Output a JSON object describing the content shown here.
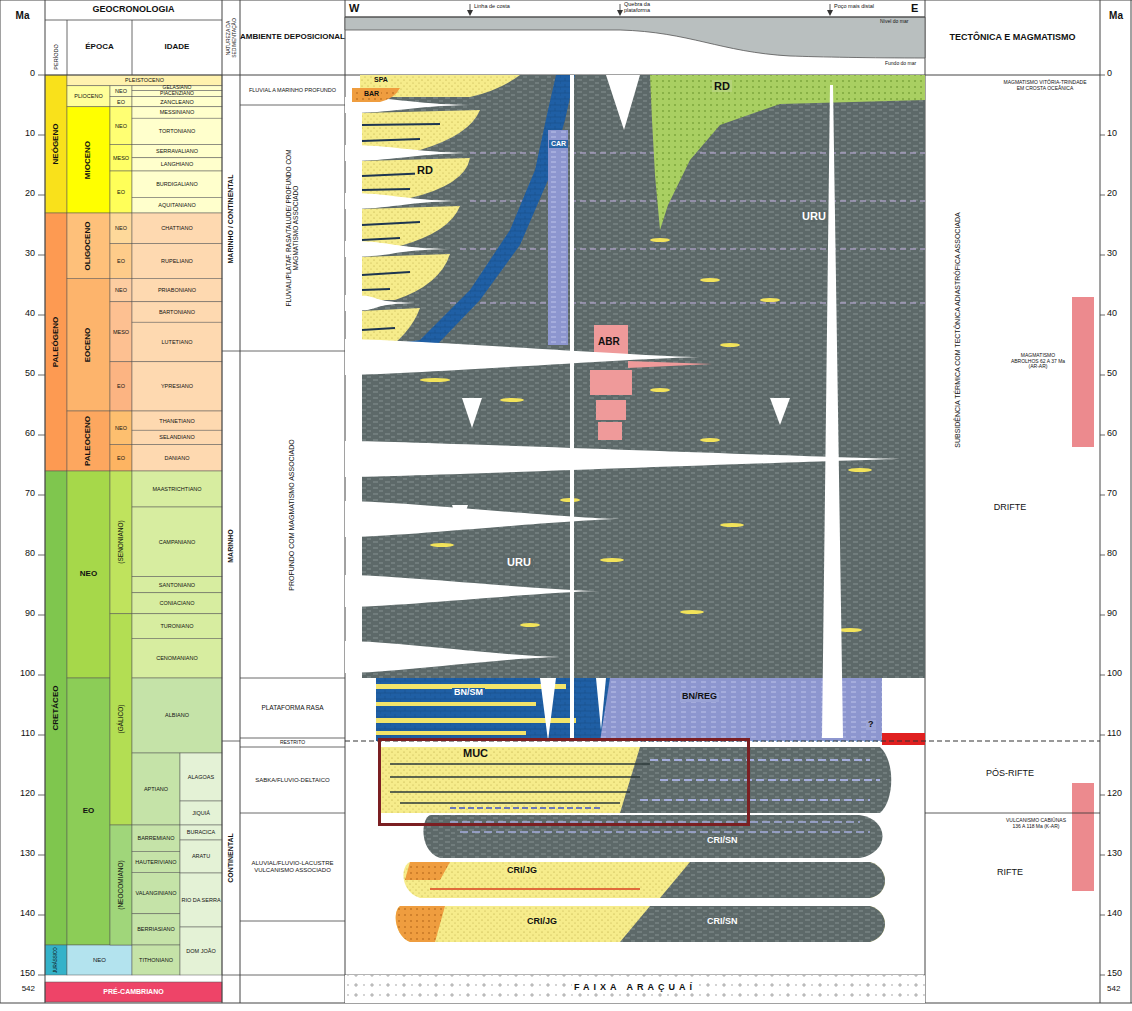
{
  "diagram": {
    "nodes": [
      {
        "text": [
          "MUC"
        ]
      }
    ],
    "labels": [
      "Ma",
      "GEOCRONOLOGIA",
      "PERÍODO",
      "ÉPOCA",
      "IDADE",
      "NATUREZA DA SEDIMENTAÇÃO",
      "AMBIENTE DEPOSICIONAL",
      "W",
      "E",
      "Linha de costa",
      "Quebra da plataforma",
      "Poço mais distal",
      "Nível do mar",
      "Fundo do mar",
      "TECTÔNICA E MAGMATISMO",
      "Ma",
      "0",
      "10",
      "20",
      "30",
      "40",
      "50",
      "60",
      "70",
      "80",
      "90",
      "100",
      "110",
      "120",
      "130",
      "140",
      "150",
      "542",
      "0",
      "10",
      "20",
      "30",
      "40",
      "50",
      "60",
      "70",
      "80",
      "90",
      "100",
      "110",
      "120",
      "130",
      "140",
      "150",
      "542",
      "NEÓGENO",
      "PALEÓGENO",
      "CRETÁCEO",
      "JURÁSSICO",
      "PRÉ-CAMBRIANO",
      "PLEISTOCENO",
      "PLIOCENO",
      "MIOCENO",
      "OLIGOCENO",
      "EOCENO",
      "PALEOCENO",
      "NEO",
      "EO",
      "NEO",
      "NEO",
      "EO",
      "NEO",
      "MESO",
      "EO",
      "NEO",
      "EO",
      "NEO",
      "MESO",
      "EO",
      "NEO",
      "EO",
      "(SENONIANO)",
      "(GÁLICO)",
      "(NEOCOMIANO)",
      "GELASIANO",
      "PIACENZIANO",
      "ZANCLEANO",
      "MESSINIANO",
      "TORTONIANO",
      "SERRAVALIANO",
      "LANGHIANO",
      "BURDIGALIANO",
      "AQUITANIANO",
      "CHATTIANO",
      "RUPELIANO",
      "PRIABONIANO",
      "BARTONIANO",
      "LUTETIANO",
      "YPRESIANO",
      "THANETIANO",
      "SELANDIANO",
      "DANIANO",
      "MAASTRICHTIANO",
      "CAMPANIANO",
      "SANTONIANO",
      "CONIACIANO",
      "TURONIANO",
      "CENOMANIANO",
      "ALBIANO",
      "APTIANO",
      "BARREMIANO",
      "HAUTERIVIANO",
      "VALANGINIANO",
      "BERRIASIANO",
      "TITHONIANO",
      "ALAGOAS",
      "JIQUIÁ",
      "BURACICA",
      "ARATU",
      "RIO DA SERRA",
      "DOM JOÃO",
      "MARINHO / CONTINENTAL",
      "MARINHO",
      "CONTINENTAL",
      "FLUVIAL A MARINHO PROFUNDO",
      "FLUVIAL/PLATAF. RASA/TALUDE/ PROFUNDO COM MAGMATISMO ASSOCIADO",
      "PROFUNDO COM MAGMATISMO ASSOCIADO",
      "PLATAFORMA RASA",
      "RESTRITO",
      "SABKA/FLUVIO-DELTAICO",
      "ALUVIAL/FLUVIO-LACUSTRE VULCANISMO ASSOCIADO",
      "SPA",
      "BAR",
      "RD",
      "CAR",
      "RD",
      "URU",
      "ABR",
      "URU",
      "BN/SM",
      "BN/REG",
      "?",
      "CRI/SN",
      "CRI/JG",
      "CRI/JG",
      "CRI/SN",
      "FAIXA ARAÇUAÍ",
      "MAGMATISMO VITÓRIA-TRINDADE EM CROSTA OCEÂNICA",
      "SUBSIDÊNCIA TÉRMICA COM TECTÔNICA ADIASTRÓFICA ASSOCIADA",
      "MAGMATISMO ABROLHOS 62 A 37 Ma (AR-AR)",
      "DRIFTE",
      "PÓS-RIFTE",
      "VULCANISMO CABIÚNAS 136 A 118 Ma (K-AR)",
      "RIFTE"
    ]
  }
}
